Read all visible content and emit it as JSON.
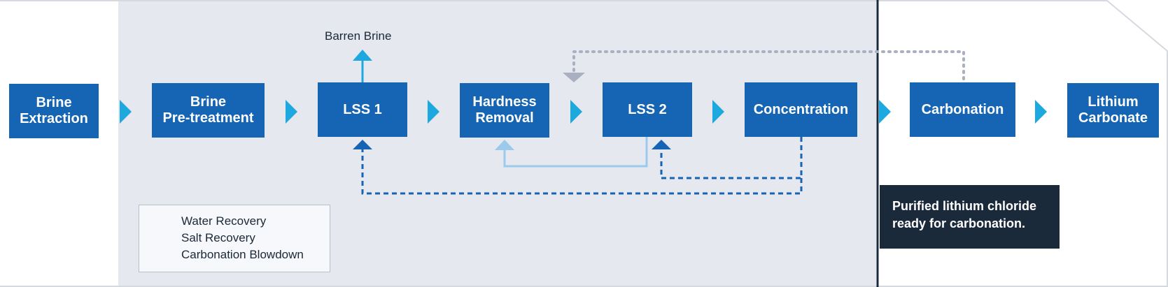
{
  "colors": {
    "process_box": "#1565b4",
    "flow_arrow": "#1ea8e0",
    "water_recovery": "#1565b4",
    "salt_recovery": "#9ccaec",
    "carbonation_blowdown": "#aab0c0",
    "panel_bg": "#e6e8ef",
    "note_bg": "#1b2a3b"
  },
  "steps": [
    {
      "id": "brine-extraction",
      "label": "Brine\nExtraction"
    },
    {
      "id": "brine-pretreatment",
      "label": "Brine\nPre-treatment"
    },
    {
      "id": "lss-1",
      "label": "LSS 1"
    },
    {
      "id": "hardness-removal",
      "label": "Hardness\nRemoval"
    },
    {
      "id": "lss-2",
      "label": "LSS 2"
    },
    {
      "id": "concentration",
      "label": "Concentration"
    },
    {
      "id": "carbonation",
      "label": "Carbonation"
    },
    {
      "id": "lithium-carbonate",
      "label": "Lithium\nCarbonate"
    }
  ],
  "outputs": {
    "barren_brine": "Barren Brine"
  },
  "note": "Purified lithium chloride\nready for carbonation.",
  "legend": [
    {
      "label": "Water Recovery",
      "style": "dashed",
      "color_key": "water_recovery"
    },
    {
      "label": "Salt Recovery",
      "style": "solid",
      "color_key": "salt_recovery"
    },
    {
      "label": "Carbonation Blowdown",
      "style": "dotted",
      "color_key": "carbonation_blowdown"
    }
  ]
}
